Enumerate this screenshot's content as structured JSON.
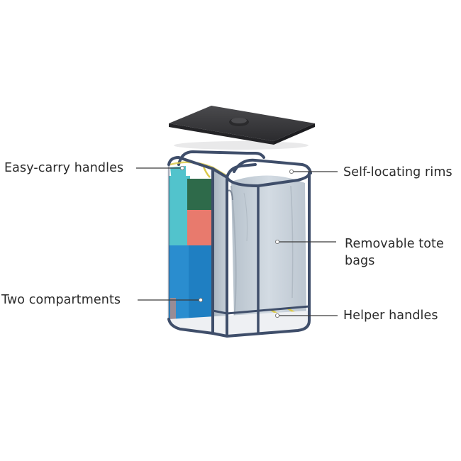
{
  "callouts": {
    "easy_carry": "Easy-carry handles",
    "self_locating": "Self-locating rims",
    "tote_bags": "Removable tote bags",
    "compartments": "Two compartments",
    "helper": "Helper handles"
  },
  "colors": {
    "frame": "#3f4e6a",
    "lid": "#3a3a3c",
    "tote_bag": "#c9d3dc",
    "bag_teal": "#52c3cc",
    "bag_green": "#2e6a4a",
    "bag_salmon": "#e87a6d",
    "bag_blue": "#1f7fc2",
    "handle_yellow": "#d9c84a",
    "leader_line": "#3a3a3a"
  }
}
